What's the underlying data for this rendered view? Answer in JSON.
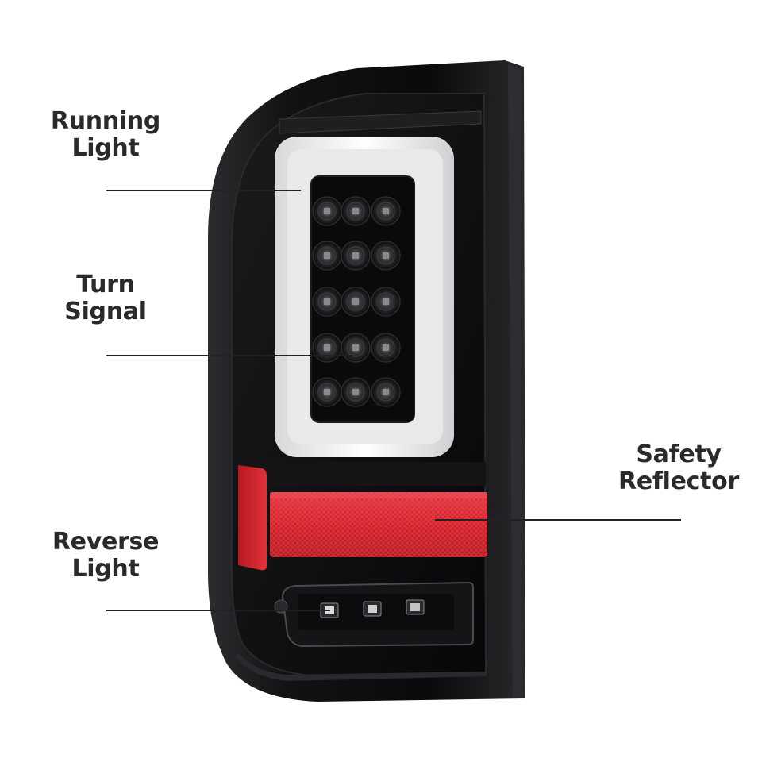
{
  "callouts": {
    "running_light": {
      "line1": "Running",
      "line2": "Light"
    },
    "turn_signal": {
      "line1": "Turn",
      "line2": "Signal"
    },
    "reverse_light": {
      "line1": "Reverse",
      "line2": "Light"
    },
    "safety_reflector": {
      "line1": "Safety",
      "line2": "Reflector"
    }
  },
  "colors": {
    "housing": "#0b0b0d",
    "light_bar": "#f4f4f4",
    "reflector": "#d4262f",
    "led": "#8a8a8a",
    "label_text": "#2a2a2a",
    "leader_line": "#222222"
  }
}
